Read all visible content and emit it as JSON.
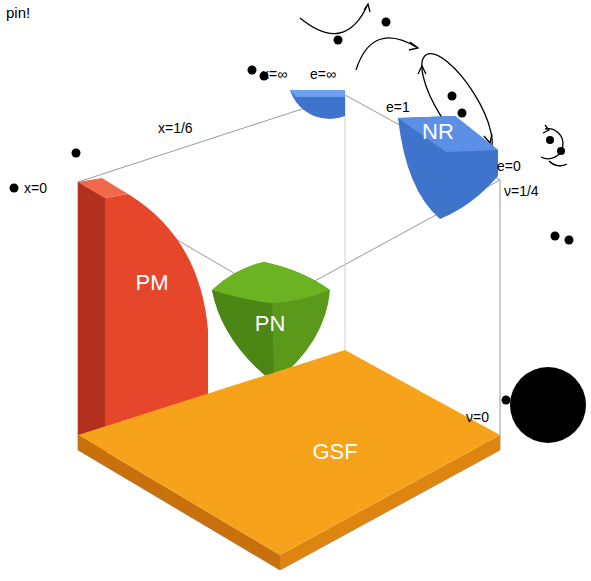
{
  "diagram": {
    "nodes": [
      {
        "text": [
          "NR"
        ]
      },
      {
        "text": [
          "PM"
        ]
      },
      {
        "text": [
          "PN"
        ]
      },
      {
        "text": [
          "GSF"
        ]
      }
    ],
    "labels": [
      "pin!",
      "x=∞",
      "e=∞",
      "x=1/6",
      "e=1",
      "x=0",
      "e=0",
      "ν=1/4",
      "ν=0"
    ]
  }
}
